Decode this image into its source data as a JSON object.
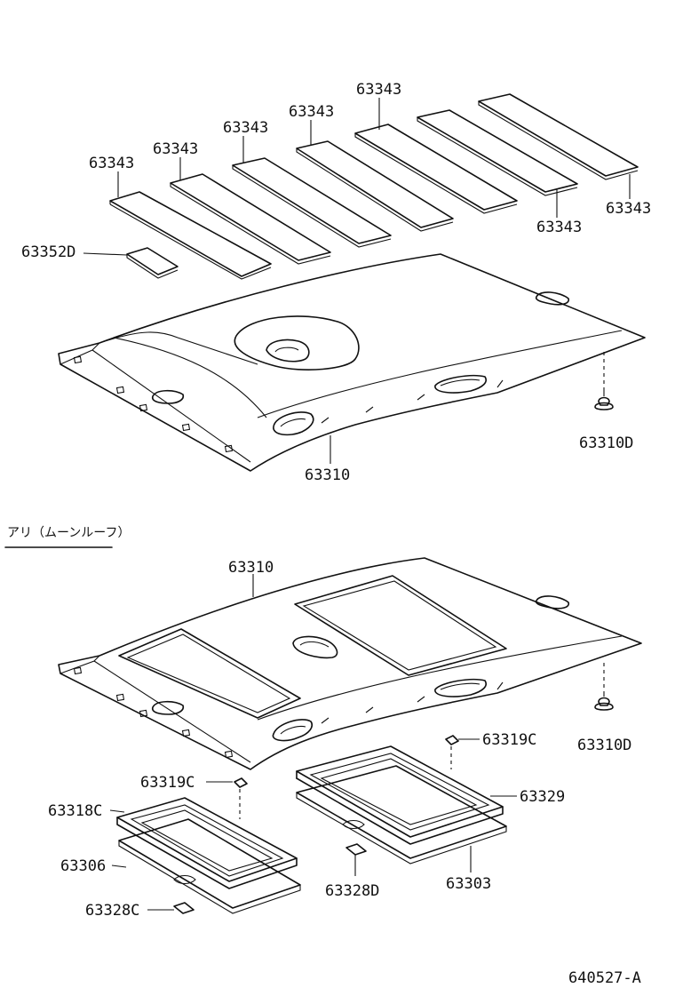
{
  "labels": {
    "strip_1": "63343",
    "strip_2": "63343",
    "strip_3": "63343",
    "strip_4": "63343",
    "strip_5": "63343",
    "strip_6": "63343",
    "strip_7": "63343",
    "pad": "63352D",
    "headliner_top": "63310",
    "clip_top": "63310D",
    "section_heading": "アリ（ムーンルーフ）",
    "headliner_bottom": "63310",
    "clip_bottom": "63310D",
    "clip_c_right": "63319C",
    "clip_c_left": "63319C",
    "frame_right": "63329",
    "frame_left": "63318C",
    "panel_left": "63306",
    "panel_right": "63303",
    "clip_d": "63328D",
    "clip_c_small": "63328C",
    "figure_number": "640527-A"
  }
}
